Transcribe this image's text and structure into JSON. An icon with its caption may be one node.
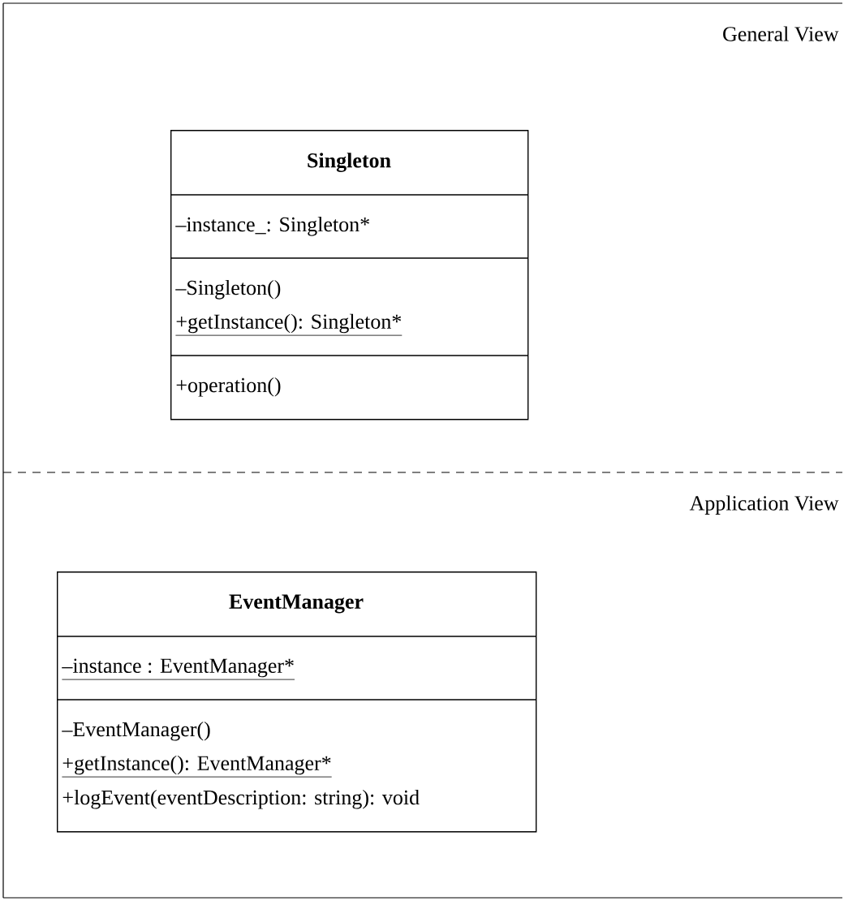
{
  "diagram": {
    "nodes": [
      {
        "text": [
          "General View"
        ]
      },
      {
        "text": [
          "Singleton",
          "–instance_: Singleton*",
          "–Singleton()",
          "+getInstance(): Singleton*",
          "+operation()"
        ],
        "in": 0
      },
      {
        "text": [
          "Application View"
        ]
      },
      {
        "text": [
          "EventManager",
          "–instance : EventManager*",
          "–EventManager()",
          "+getInstance(): EventManager*",
          "+logEvent(eventDescription: string): void"
        ],
        "in": 2
      }
    ],
    "edges": []
  }
}
